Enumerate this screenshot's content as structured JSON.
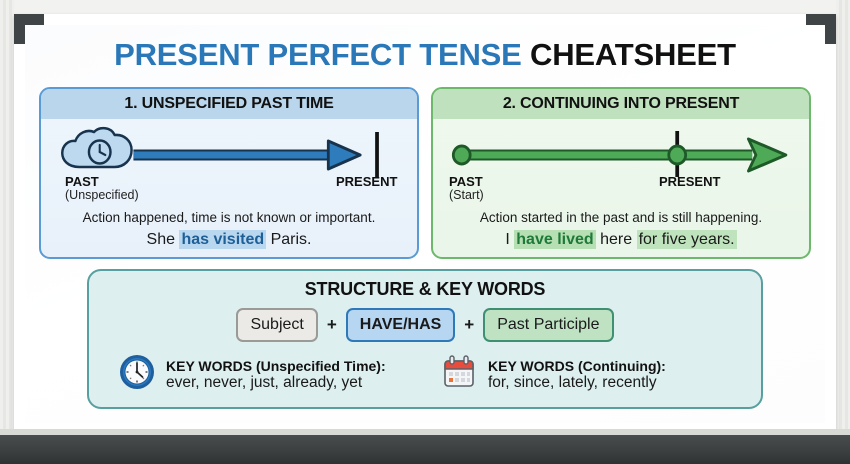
{
  "title": {
    "highlight": "PRESENT PERFECT TENSE",
    "rest": "CHEATSHEET"
  },
  "panels": [
    {
      "header": "1. UNSPECIFIED PAST TIME",
      "timeline": {
        "left_icon": "cloud-clock-icon",
        "left_label": "PAST",
        "left_sublabel": "(Unspecified)",
        "right_label": "PRESENT",
        "arrow_color": "#2f7cbd",
        "end_marker": "vertical-bar"
      },
      "description": "Action happened, time is not known or important.",
      "example": {
        "before": "She ",
        "highlight": "has visited",
        "after": " Paris."
      },
      "accent_color": "#5b9bd5",
      "header_color": "#b9d6ec"
    },
    {
      "header": "2. CONTINUING INTO PRESENT",
      "timeline": {
        "left_icon": "dot-marker",
        "left_label": "PAST",
        "left_sublabel": "(Start)",
        "right_label": "PRESENT",
        "arrow_color": "#3f9a46",
        "end_marker": "arrow-continues"
      },
      "description": "Action started in the past and is still happening.",
      "example": {
        "before": "I ",
        "highlight": "have lived",
        "middle": " here ",
        "highlight2": "for five years."
      },
      "accent_color": "#6cb96c",
      "header_color": "#c0e1be"
    }
  ],
  "structure": {
    "title": "STRUCTURE & KEY WORDS",
    "formula": {
      "subject": "Subject",
      "operator1": "+",
      "auxiliary": "HAVE/HAS",
      "operator2": "+",
      "participle": "Past Participle"
    },
    "keywords": [
      {
        "icon": "clock-icon",
        "title": "KEY WORDS (Unspecified Time):",
        "words": "ever, never, just, already, yet"
      },
      {
        "icon": "calendar-icon",
        "title": "KEY WORDS (Continuing):",
        "words": "for, since, lately, recently"
      }
    ],
    "border_color": "#58a0a0",
    "background_color": "#ddefee"
  }
}
